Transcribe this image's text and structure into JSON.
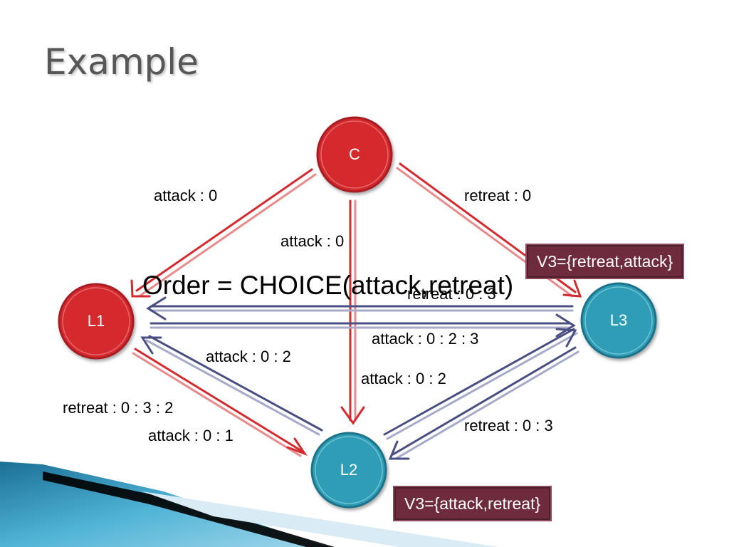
{
  "title": "Example",
  "colors": {
    "red_node": "#d42a2f",
    "teal_node": "#2e9db5",
    "red_edge": "#d42a2f",
    "blue_edge": "#4a4f82",
    "note_box": "#6e2b3d"
  },
  "nodes": {
    "c": "C",
    "l1": "L1",
    "l2": "L2",
    "l3": "L3"
  },
  "edge_labels": {
    "c_l1": "attack : 0",
    "c_l2": "attack : 0",
    "c_l3": "retreat : 0",
    "l3_l1_top": "retreat : 0 : 3",
    "l1_l3": "attack : 0 : 2 : 3",
    "l2_l1": "attack : 0 : 2",
    "l2_l3": "attack : 0 : 2",
    "l1_l2_retreat": "retreat : 0 : 3 : 2",
    "l1_l2_attack": "attack : 0 : 1",
    "l3_l2": "retreat : 0 : 3"
  },
  "choice": "Order = CHOICE(attack,retreat)",
  "notes": {
    "l3": "V3={retreat,attack}",
    "l2": "V3={attack,retreat}"
  }
}
